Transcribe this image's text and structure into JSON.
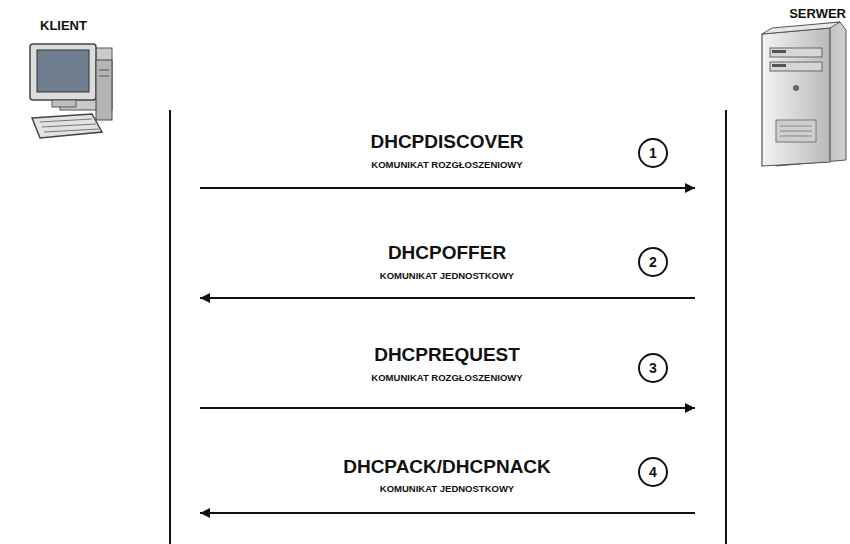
{
  "diagram": {
    "nodes": [
      {
        "text": [
          "KLIENT"
        ]
      },
      {
        "text": [
          "SERWER"
        ]
      },
      {
        "text": [
          "1"
        ]
      },
      {
        "text": [
          "2"
        ]
      },
      {
        "text": [
          "3"
        ]
      },
      {
        "text": [
          "4"
        ]
      }
    ],
    "edges": [
      {
        "from": 0,
        "to": 1,
        "arrow": "to",
        "label": "DHCPDISCOVER"
      },
      {
        "from": 1,
        "to": 0,
        "arrow": "to",
        "label": "DHCPOFFER"
      },
      {
        "from": 0,
        "to": 1,
        "arrow": "to",
        "label": "DHCPREQUEST"
      },
      {
        "from": 1,
        "to": 0,
        "arrow": "to",
        "label": "DHCPACK/DHCPNACK"
      }
    ],
    "labels": [
      "KOMUNIKAT ROZGŁOSZENIOWY",
      "KOMUNIKAT JEDNOSTKOWY",
      "KOMUNIKAT ROZGŁOSZENIOWY",
      "KOMUNIKAT JEDNOSTKOWY"
    ]
  }
}
